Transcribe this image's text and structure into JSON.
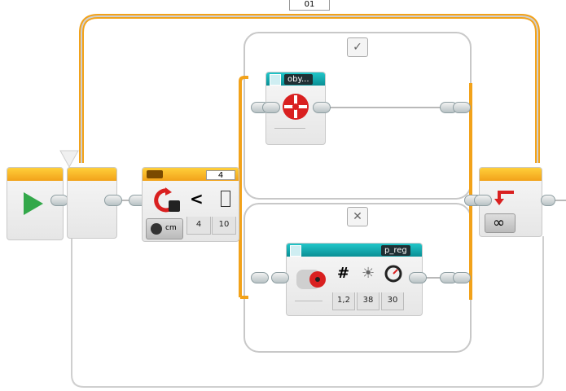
{
  "loop": {
    "name": "01",
    "end_symbol": "∞"
  },
  "switch": {
    "true_tab_symbol": "✓",
    "false_tab_symbol": "✕",
    "compare_value_display": "4",
    "compare_operator": "<",
    "params": [
      "4",
      "10"
    ],
    "sensor_unit": "cm"
  },
  "true_case_block": {
    "label": "oby..."
  },
  "false_case_block": {
    "label": "p_reg",
    "params": [
      "1,2",
      "38",
      "30"
    ],
    "param_symbols": [
      "#",
      "☀"
    ]
  },
  "colors": {
    "orange": "#f2a21a",
    "teal": "#0a8f95",
    "start_green": "#33a84a",
    "wire_gray": "#b9b9b9"
  }
}
